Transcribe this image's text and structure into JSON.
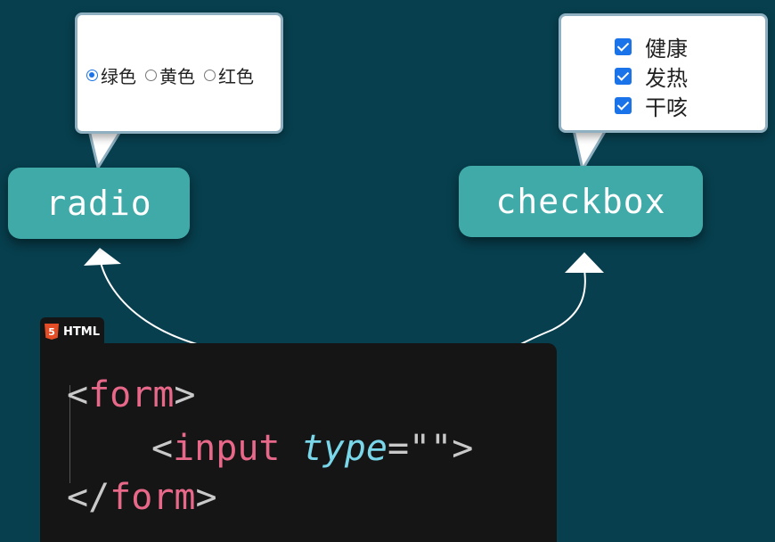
{
  "radio_demo": {
    "options": [
      {
        "label": "绿色",
        "selected": true
      },
      {
        "label": "黄色",
        "selected": false
      },
      {
        "label": "红色",
        "selected": false
      }
    ]
  },
  "checkbox_demo": {
    "options": [
      {
        "label": "健康",
        "checked": true
      },
      {
        "label": "发热",
        "checked": true
      },
      {
        "label": "干咳",
        "checked": true
      }
    ]
  },
  "labels": {
    "radio": "radio",
    "checkbox": "checkbox"
  },
  "code": {
    "tab_label": "HTML",
    "line1": {
      "open": "<",
      "tag": "form",
      "close": ">"
    },
    "line2": {
      "open": "<",
      "tag": "input",
      "space": " ",
      "attr": "type",
      "eq_quotes": "=\"\"",
      "close": ">"
    },
    "line3": {
      "open": "</",
      "tag": "form",
      "close": ">"
    }
  },
  "colors": {
    "background": "#073f4e",
    "pill": "#40aaa8",
    "code_bg": "#151515",
    "tag": "#e8688a",
    "attr": "#7ad7ea",
    "accent": "#1a73e8"
  }
}
